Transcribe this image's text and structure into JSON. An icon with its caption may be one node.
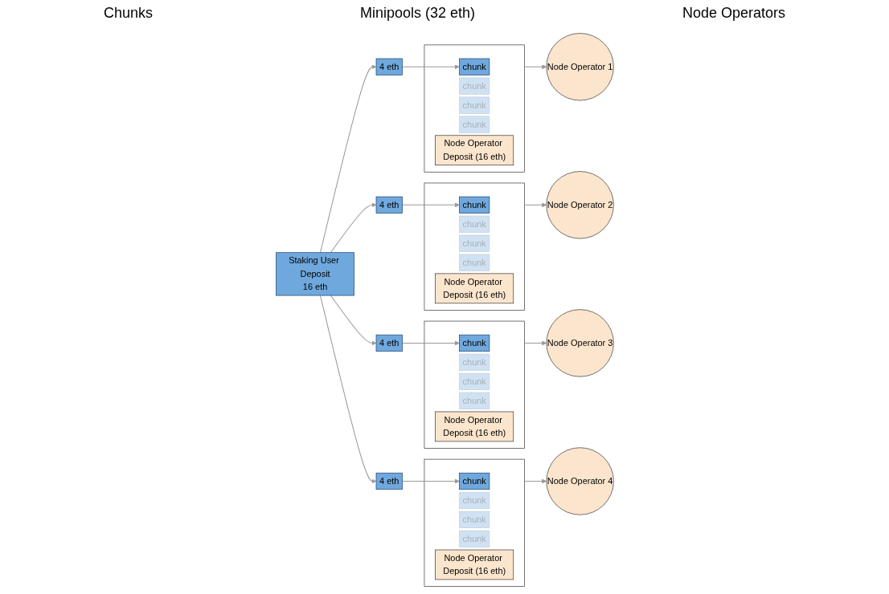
{
  "diagram": {
    "nodes": [
      {
        "text": [
          "Staking User Deposit",
          "16 eth"
        ]
      },
      {
        "text": [
          "4 eth"
        ]
      },
      {
        "text": [
          "4 eth"
        ]
      },
      {
        "text": [
          "4 eth"
        ]
      },
      {
        "text": [
          "4 eth"
        ]
      },
      {
        "text": [],
        "shape": "box"
      },
      {
        "text": [
          "chunk"
        ],
        "in": 5
      },
      {
        "text": [
          "chunk"
        ],
        "in": 5
      },
      {
        "text": [
          "chunk"
        ],
        "in": 5
      },
      {
        "text": [
          "chunk"
        ],
        "in": 5
      },
      {
        "text": [
          "Node Operator Deposit (16 eth)"
        ],
        "in": 5
      },
      {
        "text": [
          "Node Operator 1"
        ]
      },
      {
        "text": [],
        "shape": "box"
      },
      {
        "text": [
          "chunk"
        ],
        "in": 12
      },
      {
        "text": [
          "chunk"
        ],
        "in": 12
      },
      {
        "text": [
          "chunk"
        ],
        "in": 12
      },
      {
        "text": [
          "chunk"
        ],
        "in": 12
      },
      {
        "text": [
          "Node Operator Deposit (16 eth)"
        ],
        "in": 12
      },
      {
        "text": [
          "Node Operator 2"
        ]
      },
      {
        "text": [],
        "shape": "box"
      },
      {
        "text": [
          "chunk"
        ],
        "in": 19
      },
      {
        "text": [
          "chunk"
        ],
        "in": 19
      },
      {
        "text": [
          "chunk"
        ],
        "in": 19
      },
      {
        "text": [
          "chunk"
        ],
        "in": 19
      },
      {
        "text": [
          "Node Operator Deposit (16 eth)"
        ],
        "in": 19
      },
      {
        "text": [
          "Node Operator 3"
        ]
      },
      {
        "text": [],
        "shape": "box"
      },
      {
        "text": [
          "chunk"
        ],
        "in": 26
      },
      {
        "text": [
          "chunk"
        ],
        "in": 26
      },
      {
        "text": [
          "chunk"
        ],
        "in": 26
      },
      {
        "text": [
          "chunk"
        ],
        "in": 26
      },
      {
        "text": [
          "Node Operator Deposit (16 eth)"
        ],
        "in": 26
      },
      {
        "text": [
          "Node Operator 4"
        ]
      }
    ],
    "edges": [
      {
        "from": 0,
        "to": 1,
        "arrow": "to"
      },
      {
        "from": 0,
        "to": 2,
        "arrow": "to"
      },
      {
        "from": 0,
        "to": 3,
        "arrow": "to"
      },
      {
        "from": 0,
        "to": 4,
        "arrow": "to"
      },
      {
        "from": 1,
        "to": 6,
        "arrow": "to"
      },
      {
        "from": 2,
        "to": 13,
        "arrow": "to"
      },
      {
        "from": 3,
        "to": 20,
        "arrow": "to"
      },
      {
        "from": 4,
        "to": 27,
        "arrow": "to"
      },
      {
        "from": 5,
        "to": 11,
        "arrow": "to"
      },
      {
        "from": 12,
        "to": 18,
        "arrow": "to"
      },
      {
        "from": 19,
        "to": 25,
        "arrow": "to"
      },
      {
        "from": 26,
        "to": 32,
        "arrow": "to"
      }
    ],
    "labels": [
      "Chunks",
      "Minipools (32 eth)",
      "Node Operators"
    ]
  }
}
